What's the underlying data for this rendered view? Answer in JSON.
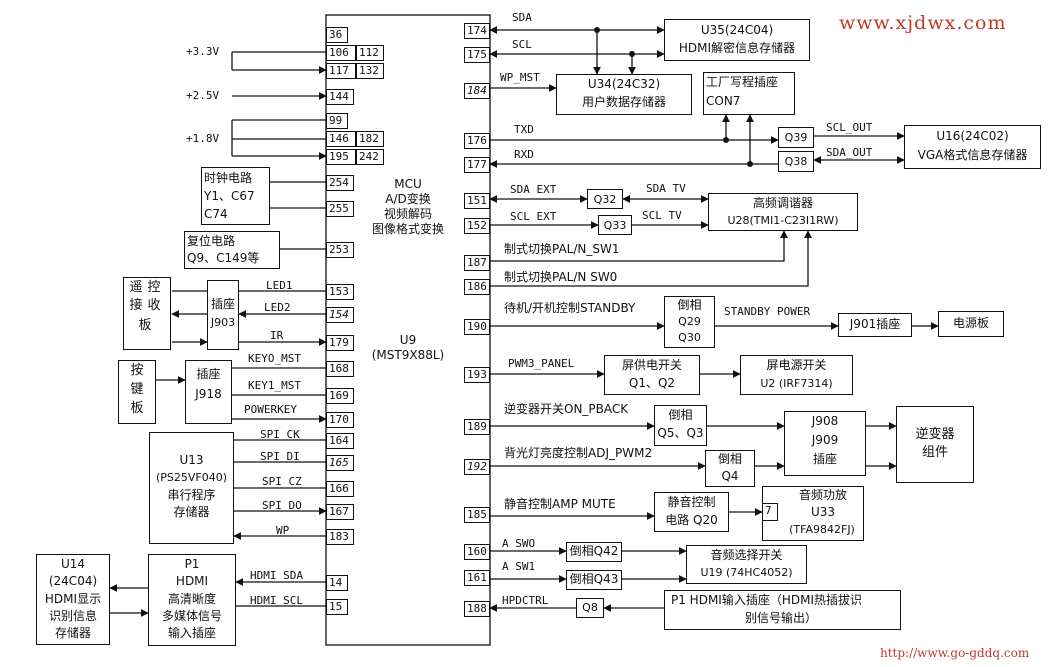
{
  "watermark_top": "www.xjdwx.com",
  "watermark_bottom": "http://www.go-gddq.com",
  "mcu": {
    "lines": [
      "MCU",
      "A/D变换",
      "视频解码",
      "图像格式变换"
    ],
    "ref": "U9",
    "model": "(MST9X88L)"
  },
  "power": {
    "v33": "+3.3V",
    "v25": "+2.5V",
    "v18": "+1.8V"
  },
  "left_pins": [
    "36",
    "106",
    "112",
    "117",
    "132",
    "144",
    "99",
    "146",
    "182",
    "195",
    "242",
    "254",
    "255",
    "253",
    "153",
    "154",
    "179",
    "168",
    "169",
    "170",
    "164",
    "165",
    "166",
    "167",
    "183",
    "14",
    "15"
  ],
  "right_pins": [
    "174",
    "175",
    "184",
    "176",
    "177",
    "151",
    "152",
    "187",
    "186",
    "190",
    "193",
    "189",
    "192",
    "185",
    "160",
    "161",
    "188"
  ],
  "signals": {
    "sda": "SDA",
    "scl": "SCL",
    "wp_mst": "WP_MST",
    "txd": "TXD",
    "rxd": "RXD",
    "scl_out": "SCL_OUT",
    "sda_out": "SDA_OUT",
    "sda_ext": "SDA EXT",
    "scl_ext": "SCL EXT",
    "sda_tv": "SDA TV",
    "scl_tv": "SCL TV",
    "pal_sw1": "制式切换PAL/N_SW1",
    "pal_sw0": "制式切换PAL/N SW0",
    "standby": "待机/开机控制STANDBY",
    "standby_power": "STANDBY POWER",
    "pwm3": "PWM3_PANEL",
    "on_pback": "逆变器开关ON_PBACK",
    "adj_pwm2": "背光灯亮度控制ADJ_PWM2",
    "amp_mute": "静音控制AMP MUTE",
    "a_sw0": "A SWO",
    "a_sw1": "A SW1",
    "hpdctrl": "HPDCTRL",
    "led1": "LED1",
    "led2": "LED2",
    "ir": "IR",
    "key0": "KEYO_MST",
    "key1": "KEY1_MST",
    "powerkey": "POWERKEY",
    "spi_ck": "SPI_CK",
    "spi_di": "SPI_DI",
    "spi_cz": "SPI CZ",
    "spi_do": "SPI DO",
    "wp": "WP",
    "hdmi_sda": "HDMI SDA",
    "hdmi_scl": "HDMI SCL"
  },
  "blocks": {
    "clock": [
      "时钟电路",
      "Y1、C67",
      "C74"
    ],
    "reset": [
      "复位电路",
      "Q9、C149等"
    ],
    "remote": [
      "遥",
      "控",
      "接",
      "收",
      "板"
    ],
    "j903": [
      "插座",
      "J903"
    ],
    "keyboard": [
      "按",
      "键",
      "板"
    ],
    "j918": [
      "插座",
      "J918"
    ],
    "u13": [
      "U13",
      "(PS25VF040)",
      "串行程序",
      "存储器"
    ],
    "u14": [
      "U14",
      "(24C04)",
      "HDMI显示",
      "识别信息",
      "存储器"
    ],
    "p1": [
      "P1",
      "HDMI",
      "高清晰度",
      "多媒体信号",
      "输入插座"
    ],
    "u35": [
      "U35(24C04)",
      "HDMI解密信息存储器"
    ],
    "u34": [
      "U34(24C32)",
      "用户数据存储器"
    ],
    "con7": [
      "工厂写程插座",
      "CON7"
    ],
    "u16": [
      "U16(24C02)",
      "VGA格式信息存储器"
    ],
    "tuner": [
      "高频调谐器",
      "U28(TMI1-C23I1RW)"
    ],
    "inv29": [
      "倒相",
      "Q29",
      "Q30"
    ],
    "j901": "J901插座",
    "power_board": "电源板",
    "panel_sw": [
      "屏供电开关",
      "Q1、Q2"
    ],
    "panel_pw": [
      "屏电源开关",
      "U2 (IRF7314)"
    ],
    "inv5": [
      "倒相",
      "Q5、Q3"
    ],
    "j908": [
      "J908",
      "J909",
      "插座"
    ],
    "inverter": [
      "逆变器",
      "组件"
    ],
    "inv4": [
      "倒相",
      "Q4"
    ],
    "mute": [
      "静音控制",
      "电路 Q20"
    ],
    "amp": [
      "音频功放",
      "U33",
      "(TFA9842FJ)"
    ],
    "amp_pin": "7",
    "inv42": "倒相Q42",
    "inv43": "倒相Q43",
    "audio_sw": [
      "音频选择开关",
      "U19 (74HC4052)"
    ],
    "q8": "Q8",
    "hdmi_in": [
      "P1  HDMI输入插座（HDMI热插拔识",
      "别信号输出）"
    ],
    "q39": "Q39",
    "q38": "Q38",
    "q32": "Q32",
    "q33": "Q33"
  }
}
